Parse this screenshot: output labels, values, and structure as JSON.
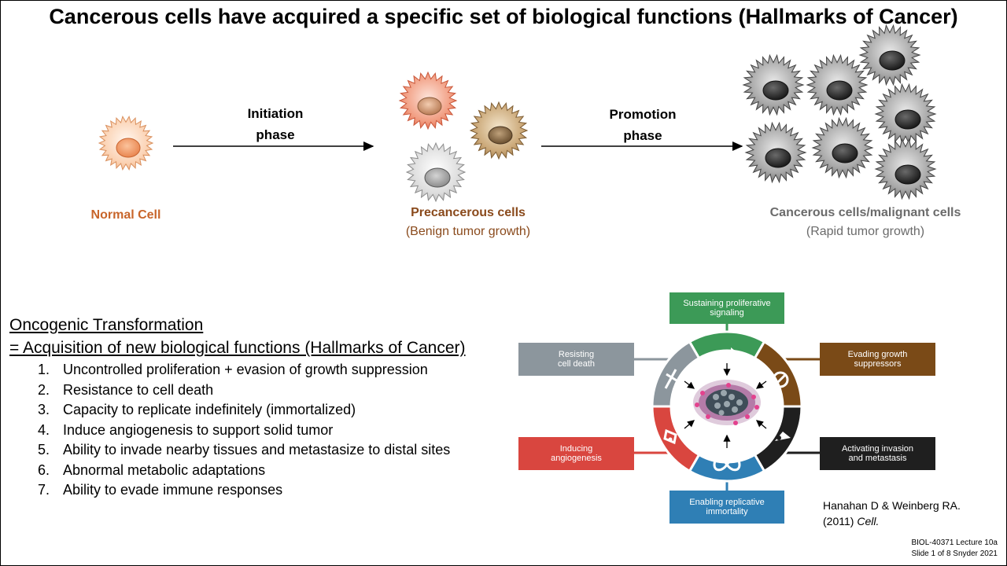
{
  "title": "Cancerous cells have acquired a specific set of biological functions (Hallmarks of Cancer)",
  "stages": {
    "normal": {
      "label": "Normal Cell",
      "color": "#c8652a"
    },
    "precancerous": {
      "label": "Precancerous cells",
      "sublabel": "(Benign tumor growth)",
      "color": "#8a4a1c"
    },
    "cancerous": {
      "label": "Cancerous cells/malignant cells",
      "sublabel": "(Rapid tumor growth)",
      "color": "#6b6b6b"
    }
  },
  "phases": {
    "initiation": {
      "line1": "Initiation",
      "line2": "phase"
    },
    "promotion": {
      "line1": "Promotion",
      "line2": "phase"
    }
  },
  "oncogenic": {
    "heading": "Oncogenic Transformation",
    "subheading": "= Acquisition of new biological functions (Hallmarks of Cancer)",
    "items": [
      {
        "num": "1.",
        "text": "Uncontrolled proliferation + evasion of growth suppression"
      },
      {
        "num": "2.",
        "text": "Resistance to cell death"
      },
      {
        "num": "3.",
        "text": "Capacity to replicate indefinitely (immortalized)"
      },
      {
        "num": "4.",
        "text": "Induce angiogenesis to support solid tumor"
      },
      {
        "num": "5.",
        "text": "Ability to invade nearby tissues and metastasize to distal sites"
      },
      {
        "num": "6.",
        "text": "Abnormal metabolic adaptations"
      },
      {
        "num": "7.",
        "text": "Ability to evade immune responses"
      }
    ]
  },
  "hallmarks": {
    "sustaining": {
      "line1": "Sustaining proliferative",
      "line2": "signaling",
      "color": "#3c9a57"
    },
    "evading": {
      "line1": "Evading growth",
      "line2": "suppressors",
      "color": "#7a4a17"
    },
    "invasion": {
      "line1": "Activating invasion",
      "line2": "and metastasis",
      "color": "#1f1f1f"
    },
    "immortality": {
      "line1": "Enabling replicative",
      "line2": "immortality",
      "color": "#2f7fb5"
    },
    "angiogenesis": {
      "line1": "Inducing",
      "line2": "angiogenesis",
      "color": "#d9463f"
    },
    "resisting": {
      "line1": "Resisting",
      "line2": "cell death",
      "color": "#8c969d"
    }
  },
  "citation": {
    "authors": "Hanahan D & Weinberg RA.",
    "year": "(2011)",
    "journal": "Cell."
  },
  "footer": {
    "line1": "BIOL-40371 Lecture 10a",
    "line2": "Slide 1 of 8 Snyder 2021"
  }
}
